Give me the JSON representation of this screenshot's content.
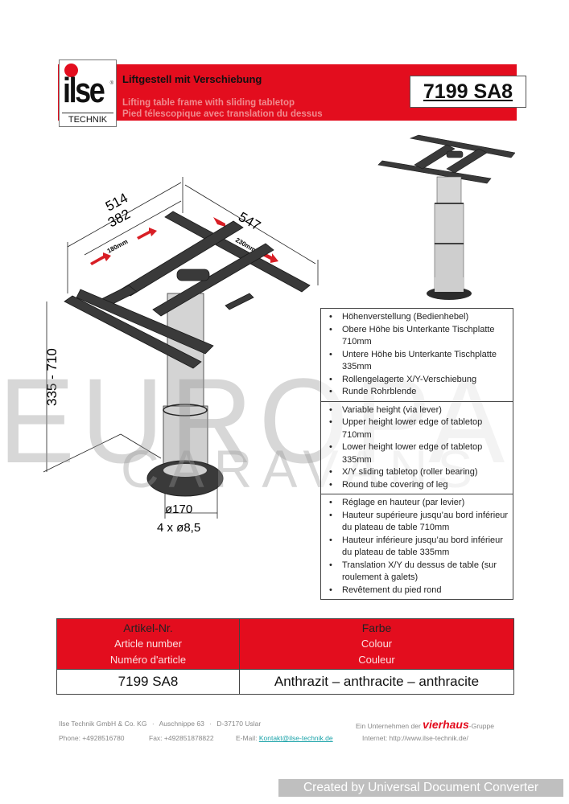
{
  "header": {
    "logo": {
      "brand": "ilse",
      "sub": "TECHNIK",
      "reg": "®"
    },
    "title_de": "Liftgestell mit Verschiebung",
    "title_en": "Lifting table frame with sliding tabletop",
    "title_fr": "Pied télescopique avec translation du dessus",
    "article_number": "7199 SA8",
    "accent_color": "#e30d1e"
  },
  "watermark": {
    "line1": "EUROPA",
    "line2": "CARAVANS"
  },
  "drawing": {
    "dim_width_outer": "514",
    "dim_width_inner": "382",
    "dim_depth": "547",
    "slide_x": "180mm",
    "slide_y": "230mm",
    "dim_height": "335 - 710",
    "base_diameter": "ø170",
    "holes": "4 x ø8,5"
  },
  "features": {
    "de": [
      "Höhenverstellung (Bedienhebel)",
      "Obere Höhe bis Unterkante Tischplatte 710mm",
      "Untere Höhe bis Unterkante Tischplatte 335mm",
      "Rollengelagerte X/Y-Verschiebung",
      "Runde Rohrblende"
    ],
    "en": [
      "Variable height (via lever)",
      "Upper height lower edge of tabletop 710mm",
      "Lower height lower edge of tabletop 335mm",
      "X/Y sliding tabletop (roller bearing)",
      "Round tube covering of leg"
    ],
    "fr": [
      "Réglage en hauteur (par levier)",
      "Hauteur supérieure jusqu’au bord inférieur du plateau de table 710mm",
      "Hauteur inférieure jusqu’au bord inférieur du plateau de table 335mm",
      "Translation X/Y du dessus de table (sur roulement à galets)",
      "Revêtement du pied rond"
    ]
  },
  "spec_table": {
    "headers": [
      {
        "de": "Artikel-Nr.",
        "en": "Article number",
        "fr": "Numéro d'article"
      },
      {
        "de": "Farbe",
        "en": "Colour",
        "fr": "Couleur"
      }
    ],
    "row": [
      "7199 SA8",
      "Anthrazit – anthracite – anthracite"
    ]
  },
  "footer": {
    "company": "Ilse Technik GmbH & Co. KG",
    "street": "Auschnippe 63",
    "city": "D-37170 Uslar",
    "group_prefix": "Ein Unternehmen der",
    "group_brand": "vierhaus",
    "group_suffix": "-Gruppe",
    "phone": "Phone: +4928516780",
    "fax": "Fax: +492851878822",
    "email_label": "E-Mail:",
    "email": "Kontakt@ilse-technik.de",
    "internet": "Internet: http://www.ilse-technik.de/"
  },
  "converter_banner": "Created by Universal Document Converter"
}
